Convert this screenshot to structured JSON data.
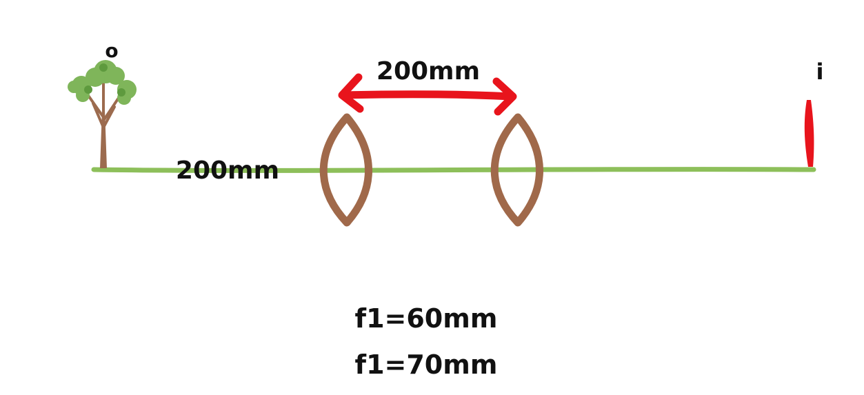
{
  "labels": {
    "object": "o",
    "image": "i",
    "object_distance": "200mm",
    "lens_separation": "200mm",
    "focal_1": "f1=60mm",
    "focal_2": "f1=70mm"
  },
  "colors": {
    "axis": "#8DBF5A",
    "lens": "#A0694A",
    "arrow": "#E8141C",
    "image": "#E8141C",
    "tree_trunk": "#9C6B4E",
    "tree_leaves": "#7FB55A",
    "tree_leaves_dark": "#5E9A3E",
    "text": "#111111"
  },
  "icons": {
    "object": "tree-icon",
    "lens_1": "converging-lens-icon",
    "lens_2": "converging-lens-icon",
    "separation": "double-arrow-icon",
    "image": "image-bar-icon"
  }
}
